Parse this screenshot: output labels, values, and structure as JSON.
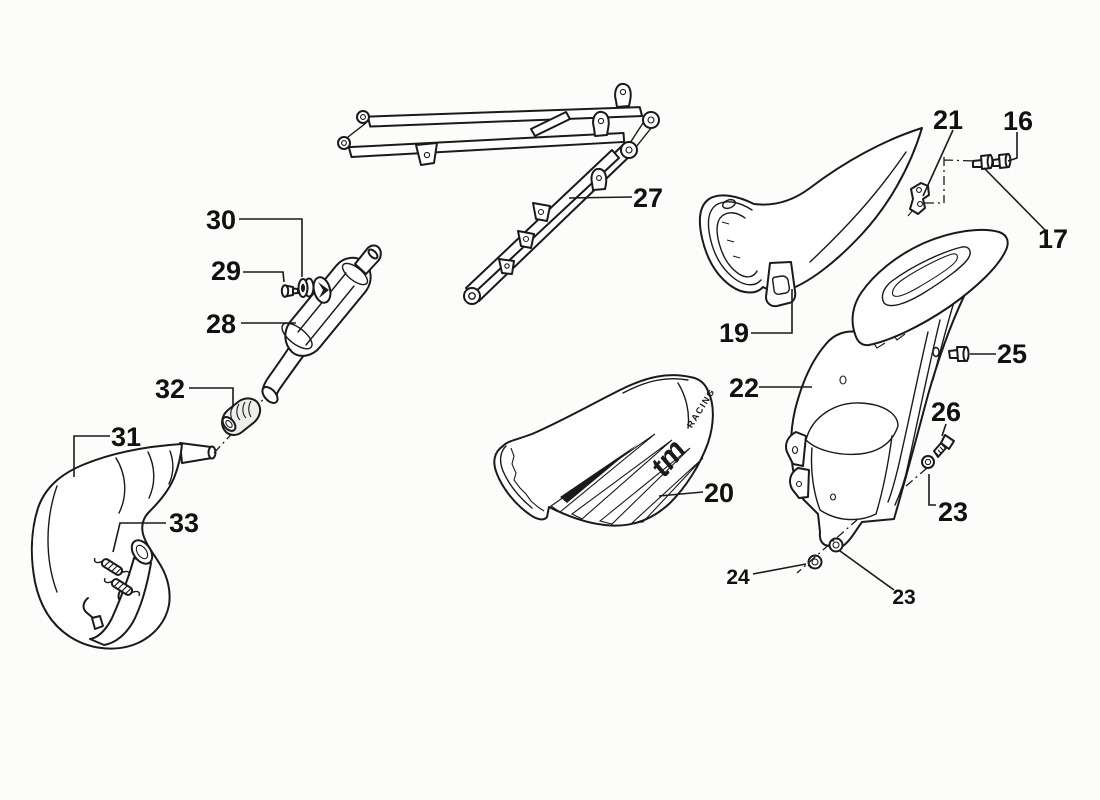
{
  "figure": {
    "background": "#fcfcfb",
    "line_color": "#1a1a1a"
  },
  "callouts": [
    {
      "part": "seat-mount-screw",
      "label": "16"
    },
    {
      "part": "seat-mount-screw-2",
      "label": "17"
    },
    {
      "part": "seat",
      "label": "19"
    },
    {
      "part": "seat-with-graphics",
      "label": "20"
    },
    {
      "part": "seat-bracket",
      "label": "21"
    },
    {
      "part": "rear-fender",
      "label": "22"
    },
    {
      "part": "washer-upper",
      "label": "23"
    },
    {
      "part": "washer-lower",
      "label": "23"
    },
    {
      "part": "nut",
      "label": "24"
    },
    {
      "part": "fender-screw-upper",
      "label": "25"
    },
    {
      "part": "fender-screw-lower",
      "label": "26"
    },
    {
      "part": "rear-subframe",
      "label": "27"
    },
    {
      "part": "silencer",
      "label": "28"
    },
    {
      "part": "silencer-screw",
      "label": "29"
    },
    {
      "part": "silencer-grommet",
      "label": "30"
    },
    {
      "part": "exhaust-expansion-chamber",
      "label": "31"
    },
    {
      "part": "exhaust-rubber-joint",
      "label": "32"
    },
    {
      "part": "exhaust-springs",
      "label": "33"
    }
  ],
  "seat_graphics": {
    "logo": "tm",
    "side_text": "RACING"
  }
}
